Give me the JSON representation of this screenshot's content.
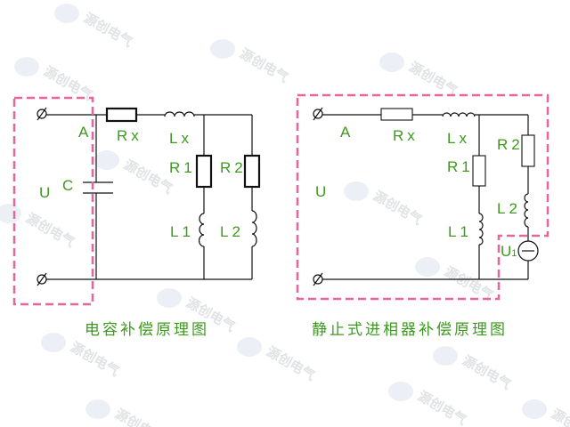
{
  "watermark": {
    "text": "源创电气",
    "color": "#c8ccd2"
  },
  "colors": {
    "label": "#3c9a1e",
    "dashed_box": "#e8659c",
    "wire": "#111111"
  },
  "left_diagram": {
    "caption": "电容补偿原理图",
    "labels": {
      "A": "A",
      "Rx": "Rx",
      "Lx": "Lx",
      "R1": "R1",
      "R2": "R2",
      "L1": "L1",
      "L2": "L2",
      "U": "U",
      "C": "C"
    }
  },
  "right_diagram": {
    "caption": "静止式进相器补偿原理图",
    "labels": {
      "A": "A",
      "Rx": "Rx",
      "Lx": "Lx",
      "R1": "R1",
      "R2": "R2",
      "L1": "L1",
      "L2": "L2",
      "U": "U",
      "U1": "U",
      "U1_sub": "1"
    }
  }
}
